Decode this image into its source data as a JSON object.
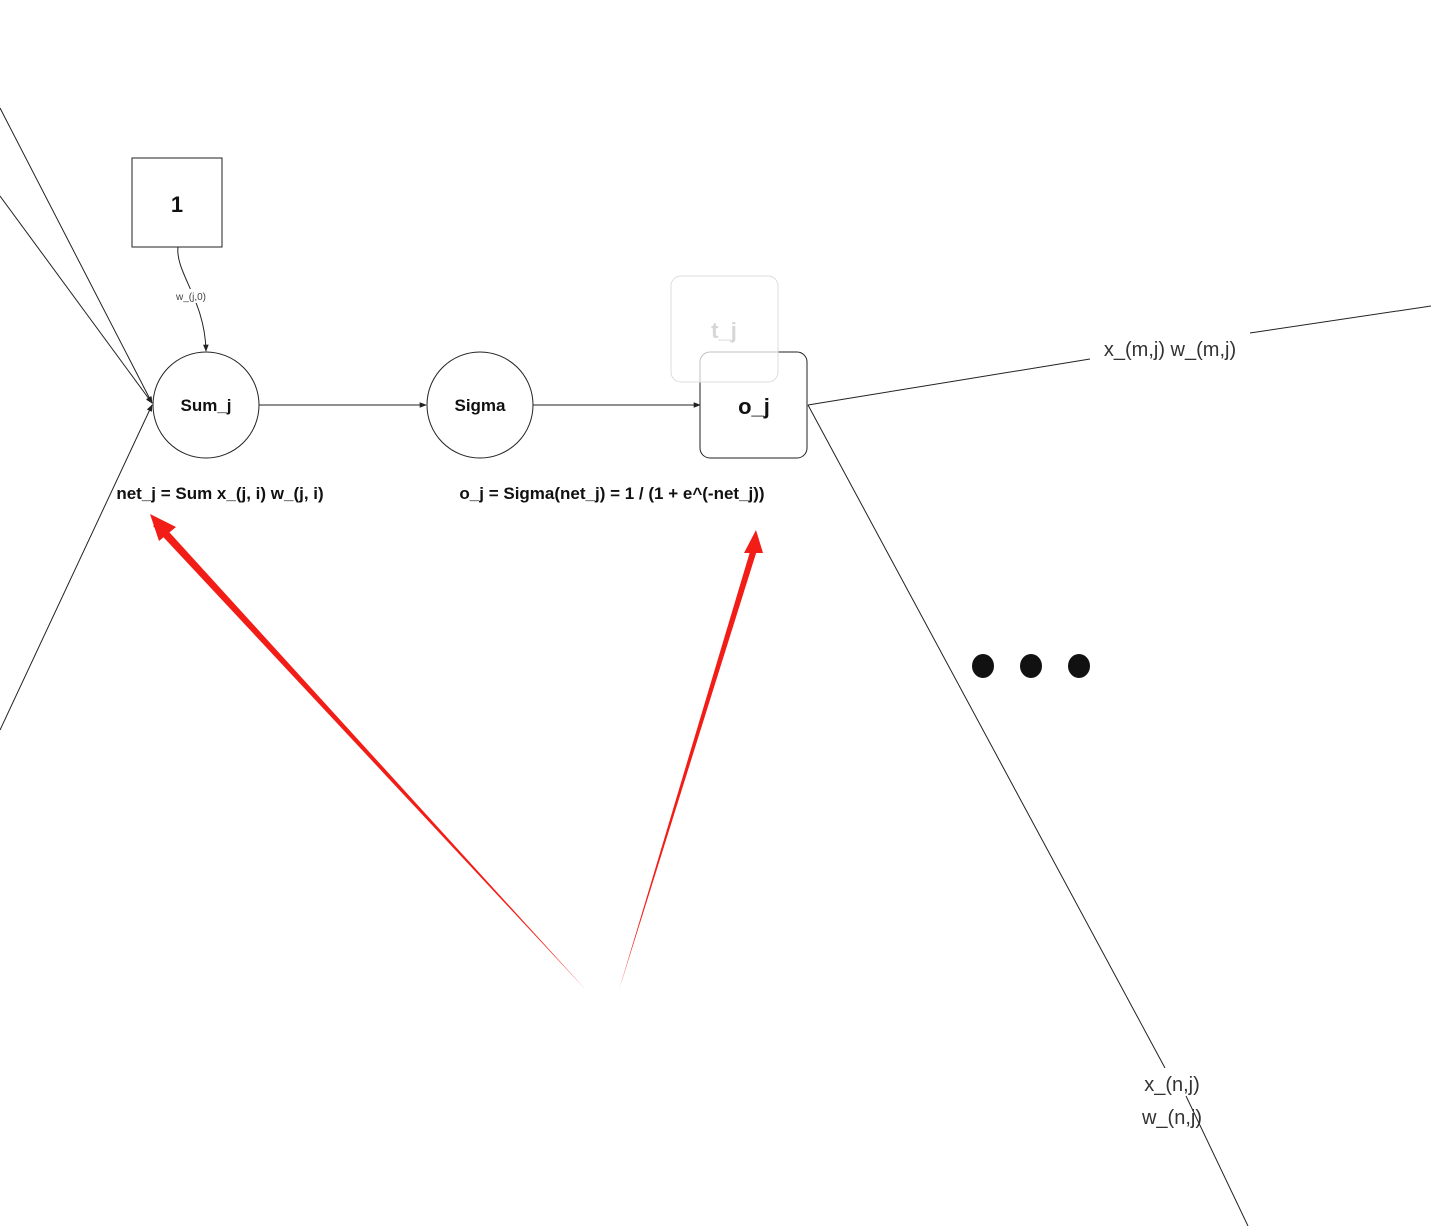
{
  "nodes": {
    "bias": {
      "label": "1"
    },
    "sum": {
      "label": "Sum_j"
    },
    "sigma": {
      "label": "Sigma"
    },
    "output": {
      "label": "o_j"
    },
    "target": {
      "label": "t_j"
    }
  },
  "edge_labels": {
    "bias_weight": "w_(j,0)",
    "top_right": "x_(m,j) w_(m,j)",
    "bottom_right_line1": "x_(n,j)",
    "bottom_right_line2": "w_(n,j)"
  },
  "formulas": {
    "net": "net_j = Sum x_(j, i) w_(j, i)",
    "output": "o_j = Sigma(net_j) = 1 / (1 + e^(-net_j))"
  },
  "ellipsis_icon": "three-dots",
  "colors": {
    "line": "#222222",
    "annotation_arrow": "#f21d16",
    "ghost_node": "#d6d6d6",
    "dots": "#111111"
  }
}
